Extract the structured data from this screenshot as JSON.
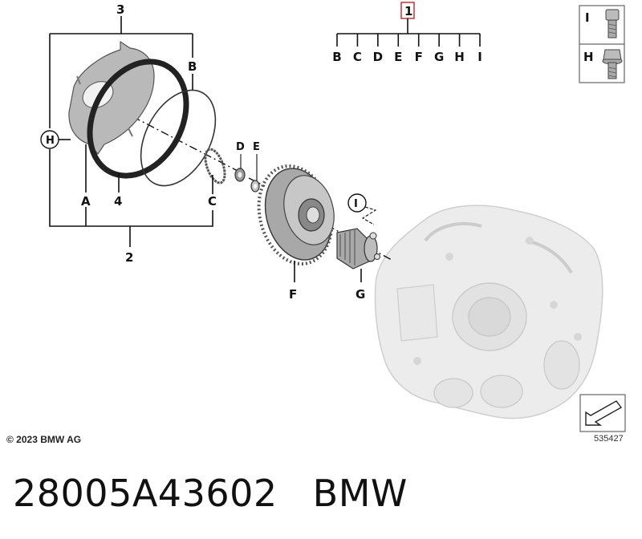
{
  "callouts": {
    "top_left_group": "3",
    "gear_cover": "B",
    "hex_bolt_marker": "H",
    "cover_plate": "A",
    "o_ring": "4",
    "snap_ring": "C",
    "bottom_left_group": "2",
    "seal_d": "D",
    "washer_e": "E",
    "bolt_marker_i": "I",
    "ring_gear": "F",
    "shaft_assembly": "G"
  },
  "kit_tree": {
    "root": "1",
    "children": [
      "B",
      "C",
      "D",
      "E",
      "F",
      "G",
      "H",
      "I"
    ]
  },
  "fastener_legend": [
    {
      "label": "I",
      "icon": "socket-head-bolt-icon"
    },
    {
      "label": "H",
      "icon": "hex-flange-bolt-icon"
    }
  ],
  "footer": {
    "copyright": "© 2023 BMW AG",
    "image_number": "535427",
    "part_number": "28005A43602",
    "brand": "BMW"
  },
  "colors": {
    "root_box": "#cc2222",
    "housing_fill": "#e6e6e6",
    "part_fill": "#b5b5b5"
  }
}
